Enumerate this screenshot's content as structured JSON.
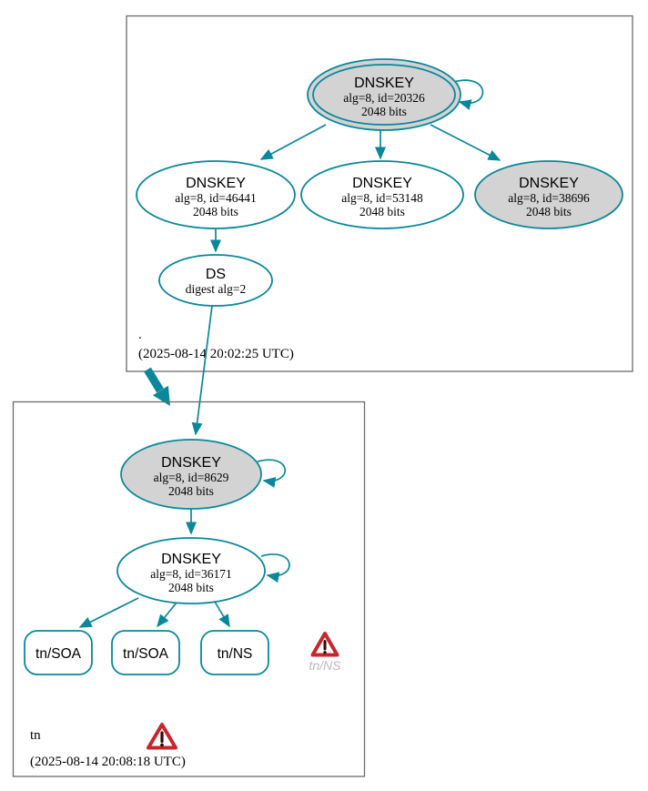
{
  "colors": {
    "edge_teal": "#0a879a",
    "ksk_fill": "#d3d3d3",
    "node_fill": "#ffffff",
    "cluster_border": "#6b6b6b",
    "warning_red": "#c9252c",
    "muted_label": "#b9b9b9"
  },
  "root_zone": {
    "name": ".",
    "timestamp": "(2025-08-14 20:02:25 UTC)",
    "ksk_20326": {
      "title": "DNSKEY",
      "detail": "alg=8, id=20326",
      "bits": "2048 bits"
    },
    "zsk_46441": {
      "title": "DNSKEY",
      "detail": "alg=8, id=46441",
      "bits": "2048 bits"
    },
    "zsk_53148": {
      "title": "DNSKEY",
      "detail": "alg=8, id=53148",
      "bits": "2048 bits"
    },
    "key_38696": {
      "title": "DNSKEY",
      "detail": "alg=8, id=38696",
      "bits": "2048 bits"
    },
    "ds": {
      "title": "DS",
      "detail": "digest alg=2"
    }
  },
  "tn_zone": {
    "name": "tn",
    "timestamp": "(2025-08-14 20:08:18 UTC)",
    "ksk_8629": {
      "title": "DNSKEY",
      "detail": "alg=8, id=8629",
      "bits": "2048 bits"
    },
    "zsk_36171": {
      "title": "DNSKEY",
      "detail": "alg=8, id=36171",
      "bits": "2048 bits"
    },
    "rrset_soa_1": "tn/SOA",
    "rrset_soa_2": "tn/SOA",
    "rrset_ns": "tn/NS",
    "warning_rrset_label": "tn/NS"
  }
}
